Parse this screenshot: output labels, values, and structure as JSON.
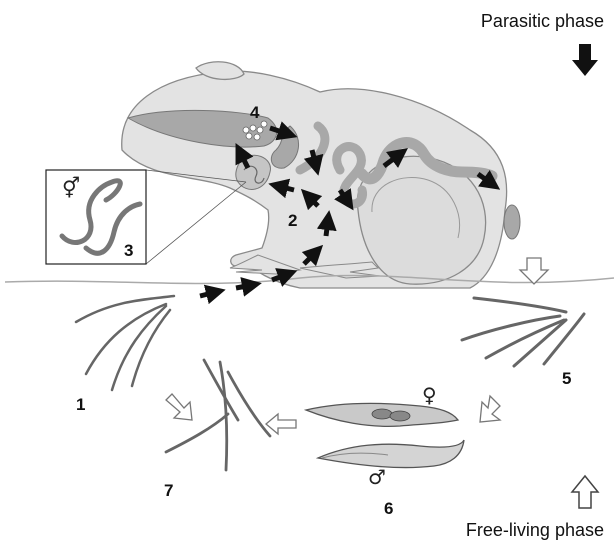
{
  "labels": {
    "parasitic_phase": "Parasitic phase",
    "free_living_phase": "Free-living phase"
  },
  "stages": [
    {
      "id": "1",
      "label": "1"
    },
    {
      "id": "2",
      "label": "2"
    },
    {
      "id": "3",
      "label": "3"
    },
    {
      "id": "4",
      "label": "4"
    },
    {
      "id": "5",
      "label": "5"
    },
    {
      "id": "6",
      "label": "6"
    },
    {
      "id": "7",
      "label": "7"
    }
  ],
  "symbols": {
    "hermaphrodite": "⚥",
    "female": "♀",
    "male": "♂"
  },
  "colors": {
    "frog_body": "#e3e3e3",
    "organs": "#a8a8a8",
    "outline": "#707070",
    "arrow_solid": "#111111",
    "arrow_hollow": "#ffffff"
  }
}
